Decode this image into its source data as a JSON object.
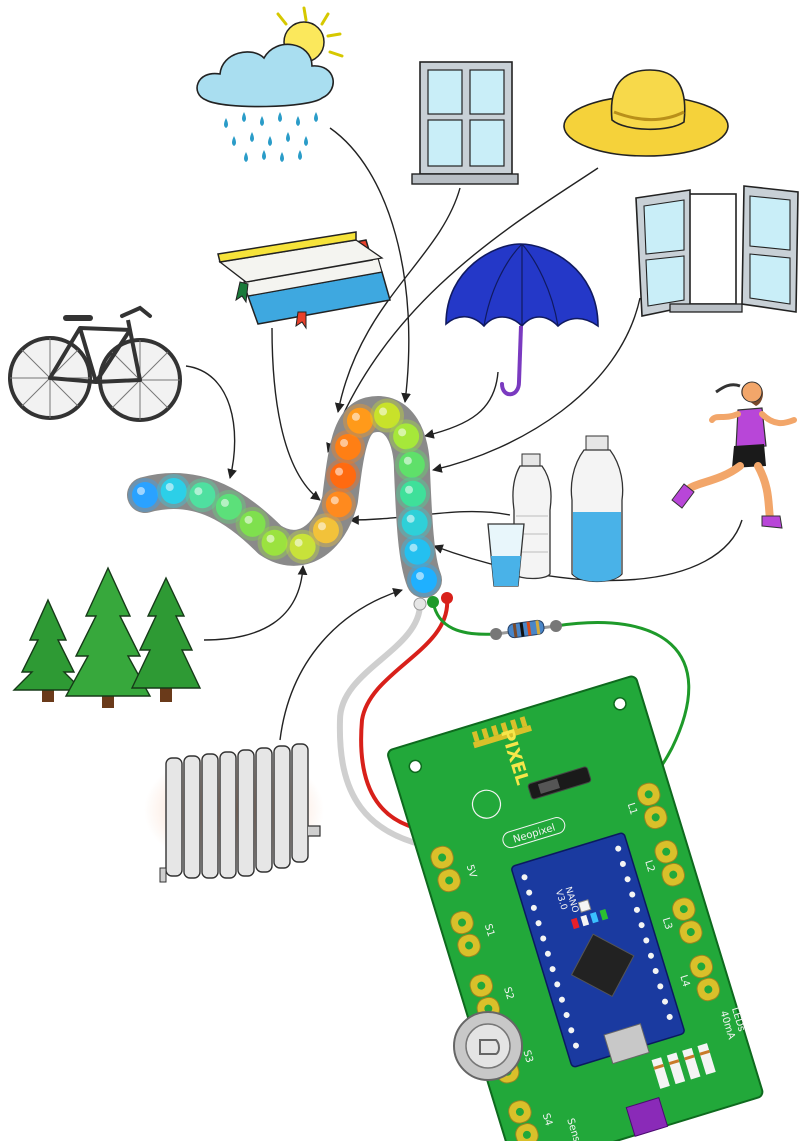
{
  "diagram": {
    "leds": [
      {
        "name": "led-1",
        "color": "#2aa2ff"
      },
      {
        "name": "led-2",
        "color": "#2ccfe8"
      },
      {
        "name": "led-3",
        "color": "#4fe0a0"
      },
      {
        "name": "led-4",
        "color": "#5ce07a"
      },
      {
        "name": "led-5",
        "color": "#7fe04e"
      },
      {
        "name": "led-6",
        "color": "#9be23f"
      },
      {
        "name": "led-7",
        "color": "#c8e23a"
      },
      {
        "name": "led-8",
        "color": "#f2c23a"
      },
      {
        "name": "led-9",
        "color": "#ff8a1e"
      },
      {
        "name": "led-10",
        "color": "#ff6a10"
      },
      {
        "name": "led-11",
        "color": "#ff7f14"
      },
      {
        "name": "led-12",
        "color": "#ff9a1a"
      },
      {
        "name": "led-13",
        "color": "#c8e22a"
      },
      {
        "name": "led-14",
        "color": "#a6e83a"
      },
      {
        "name": "led-15",
        "color": "#5fe06a"
      },
      {
        "name": "led-16",
        "color": "#3fe09a"
      },
      {
        "name": "led-17",
        "color": "#2fd0d8"
      },
      {
        "name": "led-18",
        "color": "#24c0f0"
      },
      {
        "name": "led-19",
        "color": "#1fb0ff"
      }
    ],
    "pcb": {
      "brand": "PIXEL",
      "module_name": "NANO",
      "module_version": "V3.0",
      "neopixel_label": "Neopixel",
      "leds_label": "LEDs",
      "leds_current": "40mA",
      "sensors_label": "Sensoren",
      "power_label": "5V",
      "sensor_channels": [
        "S1",
        "S2",
        "S3",
        "S4"
      ],
      "led_channels": [
        "L1",
        "L2",
        "L3",
        "L4"
      ]
    },
    "colors": {
      "pcb_green": "#22a83a",
      "pad_gold": "#d9c02a",
      "wire_red": "#d8201a",
      "wire_green": "#1e9a2a",
      "wire_white": "#dcdcdc",
      "strip_gray": "#8a8a8a"
    },
    "icons": [
      "weather-icon",
      "window-closed-icon",
      "sun-hat-icon",
      "books-icon",
      "umbrella-icon",
      "window-open-icon",
      "bicycle-icon",
      "runner-icon",
      "water-bottles-icon",
      "fir-trees-icon",
      "radiator-icon"
    ]
  }
}
